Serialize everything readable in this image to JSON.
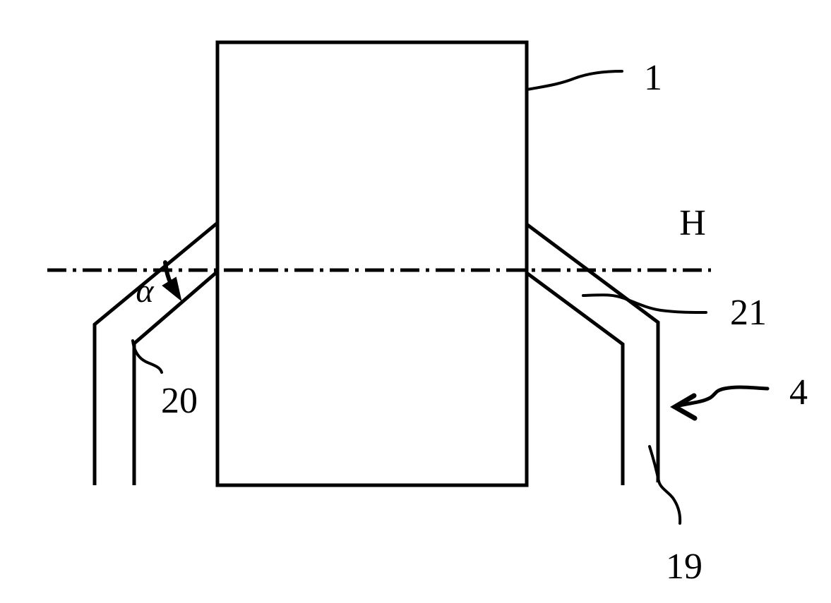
{
  "figure": {
    "description": "patent-style technical line diagram",
    "background_color": "#ffffff",
    "line_color": "#000000",
    "labels": {
      "label_1": "1",
      "label_h": "H",
      "label_21": "21",
      "label_20": "20",
      "label_4": "4",
      "label_19": "19",
      "label_alpha": "α"
    }
  }
}
